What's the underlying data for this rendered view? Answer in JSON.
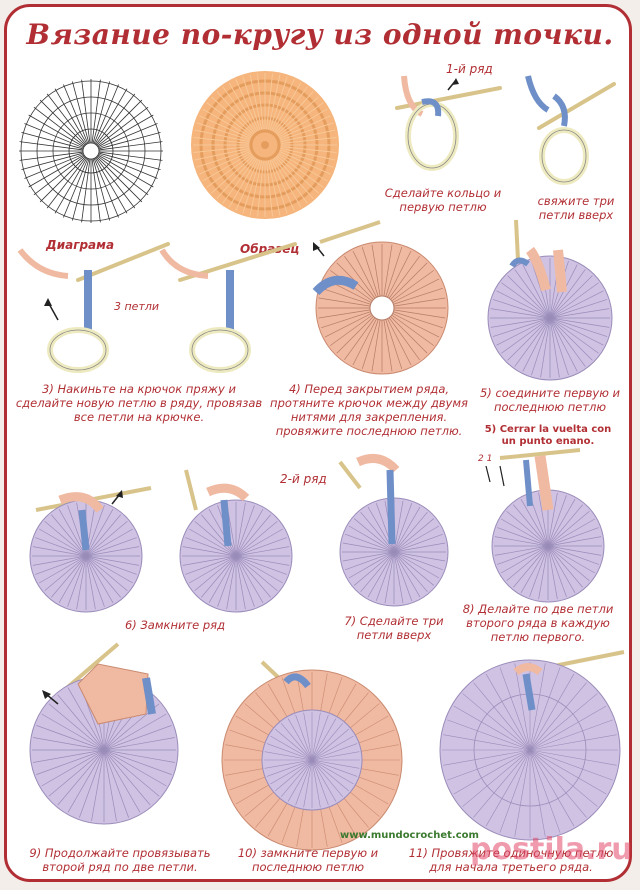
{
  "title": "Вязание по-кругу из одной точки.",
  "labels": {
    "row1": "1-й ряд",
    "row2": "2-й ряд",
    "diagram": "Диаграма",
    "sample": "Образец",
    "three_loops": "3 петли",
    "arrow_nums": "2 1",
    "es_note": "5) Cerrar la vuelta con un punto enano.",
    "site": "www.mundocrochet.com",
    "watermark": "postila.ru"
  },
  "captions": {
    "c1": "Сделайте кольцо и первую петлю",
    "c2": "свяжите три петли вверх",
    "c3": "3) Накиньте на крючок пряжу и сделайте новую петлю в ряду, провязав все петли на крючке.",
    "c4": "4) Перед закрытием ряда, протяните крючок между двумя нитями для закрепления. провяжите последнюю петлю.",
    "c5": "5) соедините первую и последнюю петлю",
    "c6": "6) Замкните ряд",
    "c7": "7) Сделайте три петли вверх",
    "c8": "8) Делайте по две петли второго ряда в каждую петлю первого.",
    "c9": "9) Продолжайте провязывать второй ряд по две петли.",
    "c10": "10) замкните первую и последнюю петлю",
    "c11": "11) Провяжите одиночную петлю для начала третьего ряда."
  },
  "colors": {
    "accent": "#b12f34",
    "violet": "#cfc2e3",
    "peach": "#f0b9a1",
    "blue": "#6f8fc8",
    "yarn": "#f4b37a",
    "hook": "#d8c48a"
  },
  "icons": [
    "crochet-hook-icon",
    "yarn-ring-icon",
    "arrow-icon"
  ]
}
